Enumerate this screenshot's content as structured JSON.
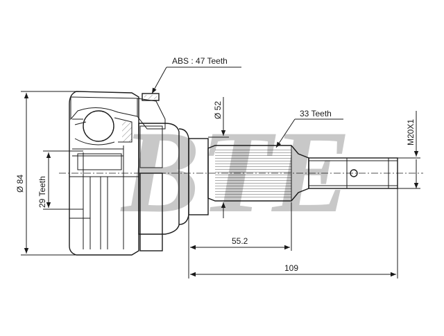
{
  "watermark": {
    "text": "BTE"
  },
  "dimensions": {
    "abs": "ABS : 47 Teeth",
    "outer_diameter": "Ø 84",
    "inner_teeth": "29 Teeth",
    "shaft_diameter": "Ø 52",
    "spline_teeth": "33 Teeth",
    "thread": "M20X1",
    "spline_length": "55.2",
    "total_length": "109"
  }
}
